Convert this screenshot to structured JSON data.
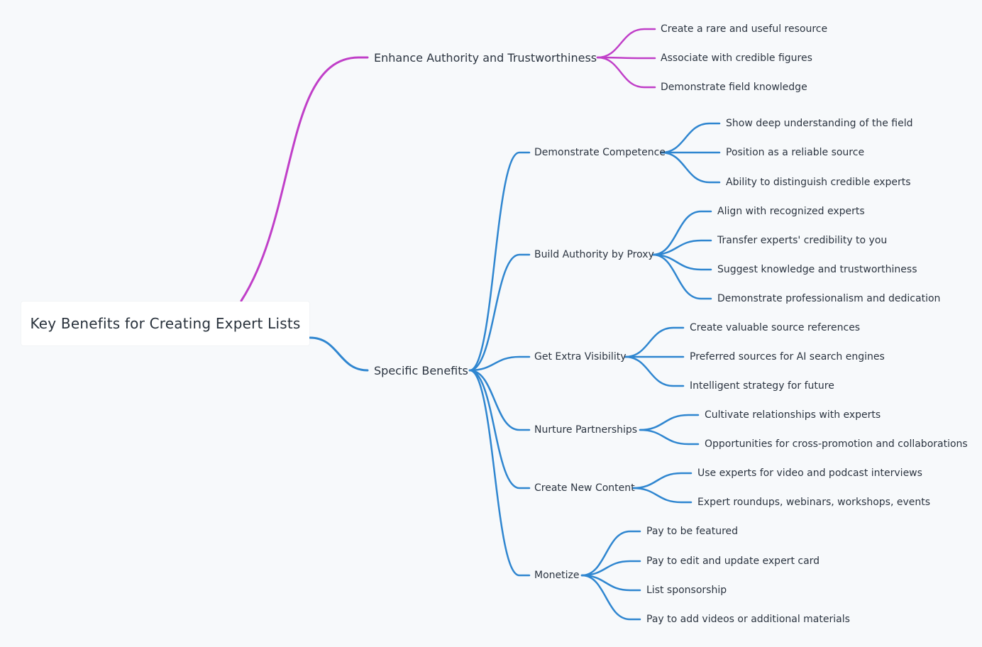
{
  "mindmap": {
    "root": {
      "label": "Key Benefits for Creating Expert Lists"
    },
    "colors": {
      "branch_authority": "#c03fc8",
      "branch_specific": "#2f86d0"
    },
    "branches": [
      {
        "label": "Enhance Authority and Trustworthiness",
        "color": "branch_authority",
        "children": [
          {
            "label": "Create a rare and useful resource"
          },
          {
            "label": "Associate with credible figures"
          },
          {
            "label": "Demonstrate field knowledge"
          }
        ]
      },
      {
        "label": "Specific Benefits",
        "color": "branch_specific",
        "children": [
          {
            "label": "Demonstrate Competence",
            "children": [
              {
                "label": "Show deep understanding of the field"
              },
              {
                "label": "Position as a reliable source"
              },
              {
                "label": "Ability to distinguish credible experts"
              }
            ]
          },
          {
            "label": "Build Authority by Proxy",
            "children": [
              {
                "label": "Align with recognized experts"
              },
              {
                "label": "Transfer experts' credibility to you"
              },
              {
                "label": "Suggest knowledge and trustworthiness"
              },
              {
                "label": "Demonstrate professionalism and dedication"
              }
            ]
          },
          {
            "label": "Get Extra Visibility",
            "children": [
              {
                "label": "Create valuable source references"
              },
              {
                "label": "Preferred sources for AI search engines"
              },
              {
                "label": "Intelligent strategy for future"
              }
            ]
          },
          {
            "label": "Nurture Partnerships",
            "children": [
              {
                "label": "Cultivate relationships with experts"
              },
              {
                "label": "Opportunities for cross-promotion and collaborations"
              }
            ]
          },
          {
            "label": "Create New Content",
            "children": [
              {
                "label": "Use experts for video and podcast interviews"
              },
              {
                "label": "Expert roundups, webinars, workshops, events"
              }
            ]
          },
          {
            "label": "Monetize",
            "children": [
              {
                "label": "Pay to be featured"
              },
              {
                "label": "Pay to edit and update expert card"
              },
              {
                "label": "List sponsorship"
              },
              {
                "label": "Pay to add videos or additional materials"
              }
            ]
          }
        ]
      }
    ]
  }
}
